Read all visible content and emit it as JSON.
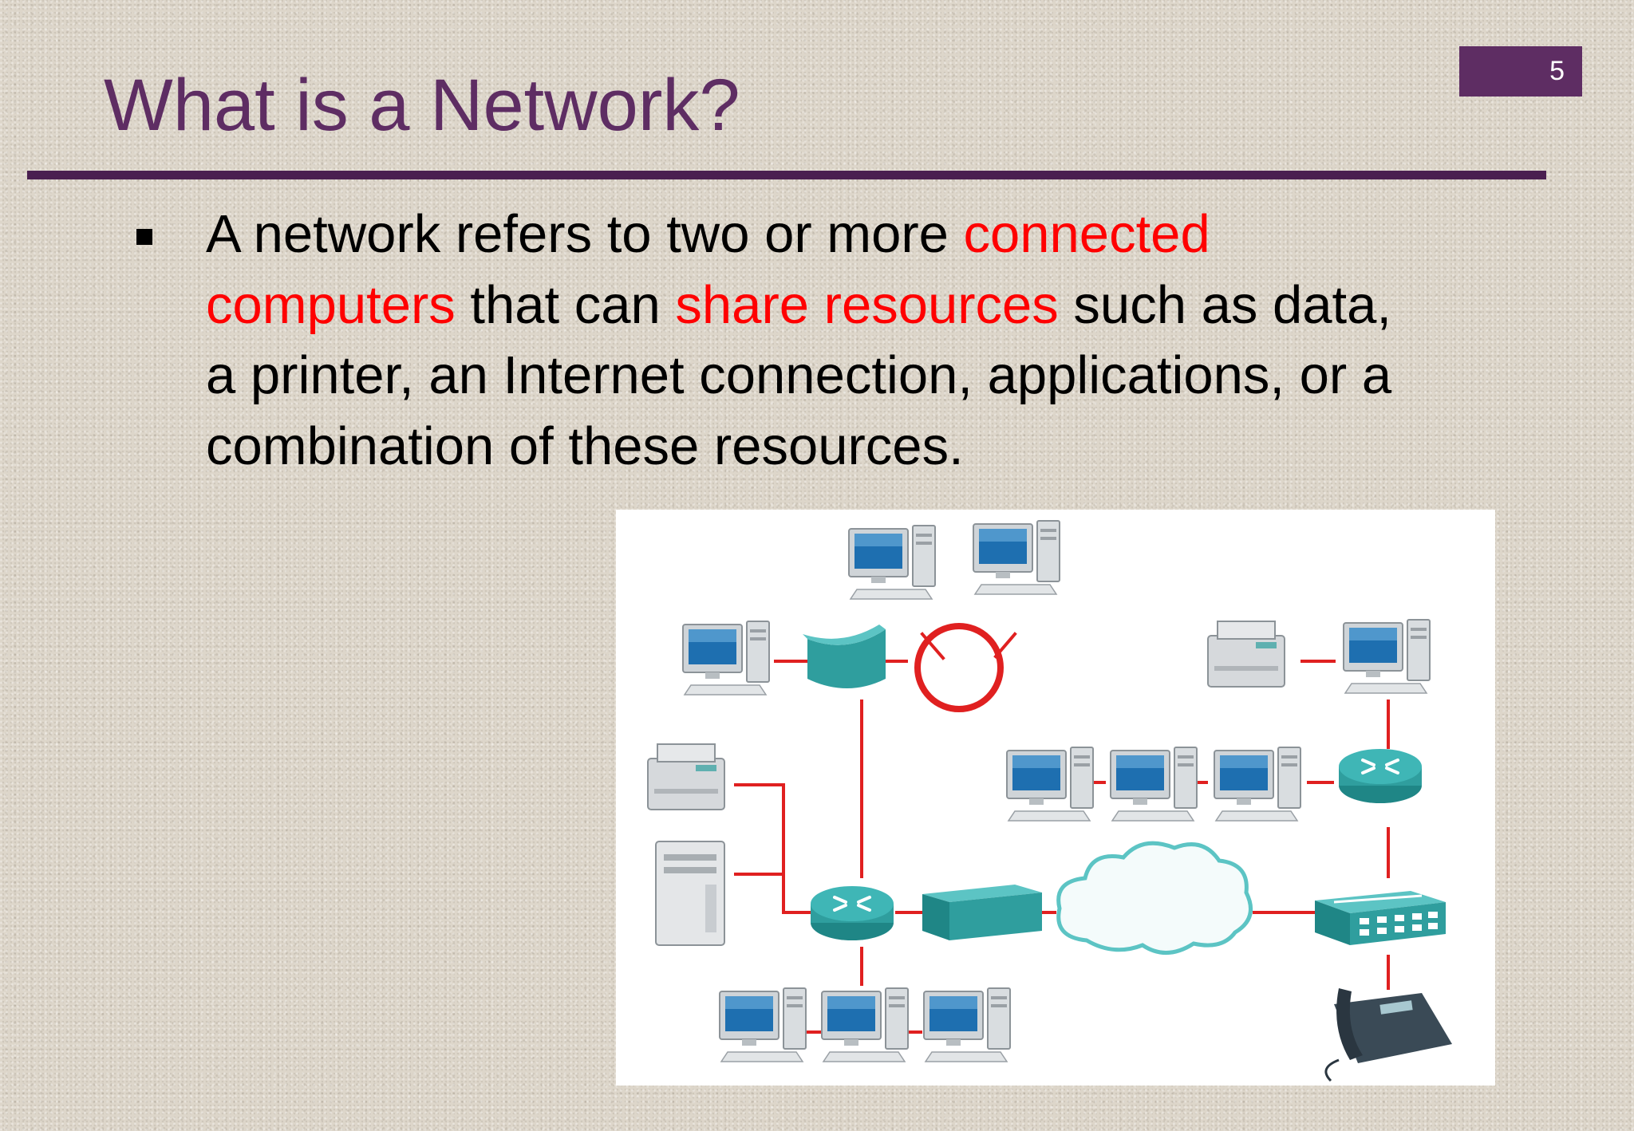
{
  "slide": {
    "page_number": "5",
    "title": "What is a Network?",
    "bullet": {
      "part1": "A network refers to two or more ",
      "highlight1": "connected computers",
      "part2": " that can ",
      "highlight2": "share resources",
      "part3": " such as data, a printer, an Internet connection, applications, or a combination of these resources."
    }
  },
  "colors": {
    "title": "#5e2d63",
    "divider": "#4a1f50",
    "highlight": "#ff0000",
    "page_badge": "#5e2d63",
    "device_teal": "#2f9e9e",
    "link_red": "#e02020",
    "monitor_blue": "#1e6fb0"
  }
}
